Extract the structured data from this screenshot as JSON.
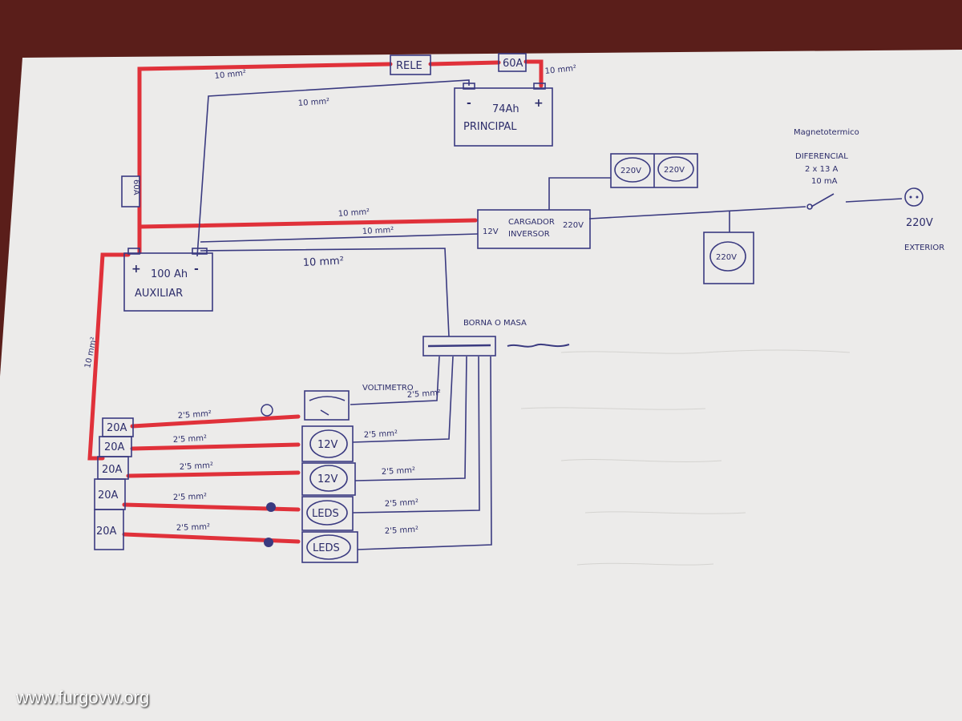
{
  "diagram": {
    "battery_main": {
      "polarity_neg": "-",
      "capacity": "74Ah",
      "name": "PRINCIPAL",
      "polarity_pos": "+"
    },
    "battery_aux": {
      "polarity_pos": "+",
      "capacity": "100 Ah",
      "name": "AUXILIAR",
      "polarity_neg": "-"
    },
    "relay": "RELE",
    "fuse_main": "60A",
    "fuse_aux": "60A",
    "charger": {
      "input": "12V",
      "line1": "CARGADOR",
      "line2": "INVERSOR",
      "output": "220V"
    },
    "sockets_top": [
      "220V",
      "220V"
    ],
    "socket_right": "220V",
    "breaker": {
      "line1": "Magnetotermico",
      "line2": "DIFERENCIAL",
      "line3": "2 x 13 A",
      "line4": "10 mA"
    },
    "exterior": {
      "voltage": "220V",
      "label": "EXTERIOR"
    },
    "ground_bar": {
      "label": "BORNA O MASA"
    },
    "voltmeter": "VOLTIMETRO",
    "outputs": [
      "12V",
      "12V",
      "LEDS",
      "LEDS"
    ],
    "fuse_block": [
      "20A",
      "20A",
      "20A",
      "20A",
      "20A"
    ],
    "wires": {
      "red_top": "10 mm²",
      "main_neg": "10 mm²",
      "main_pos": "10 mm²",
      "charger_pos": "10 mm²",
      "charger_neg": "10 mm²",
      "aux_ground": "10 mm²",
      "aux_to_fuses": "10 mm²",
      "branch_red": "2'5 mm²",
      "branch_blue": "2'5 mm²",
      "volt_ground": "2'5 mm²"
    }
  },
  "watermark": "www.furgovw.org"
}
